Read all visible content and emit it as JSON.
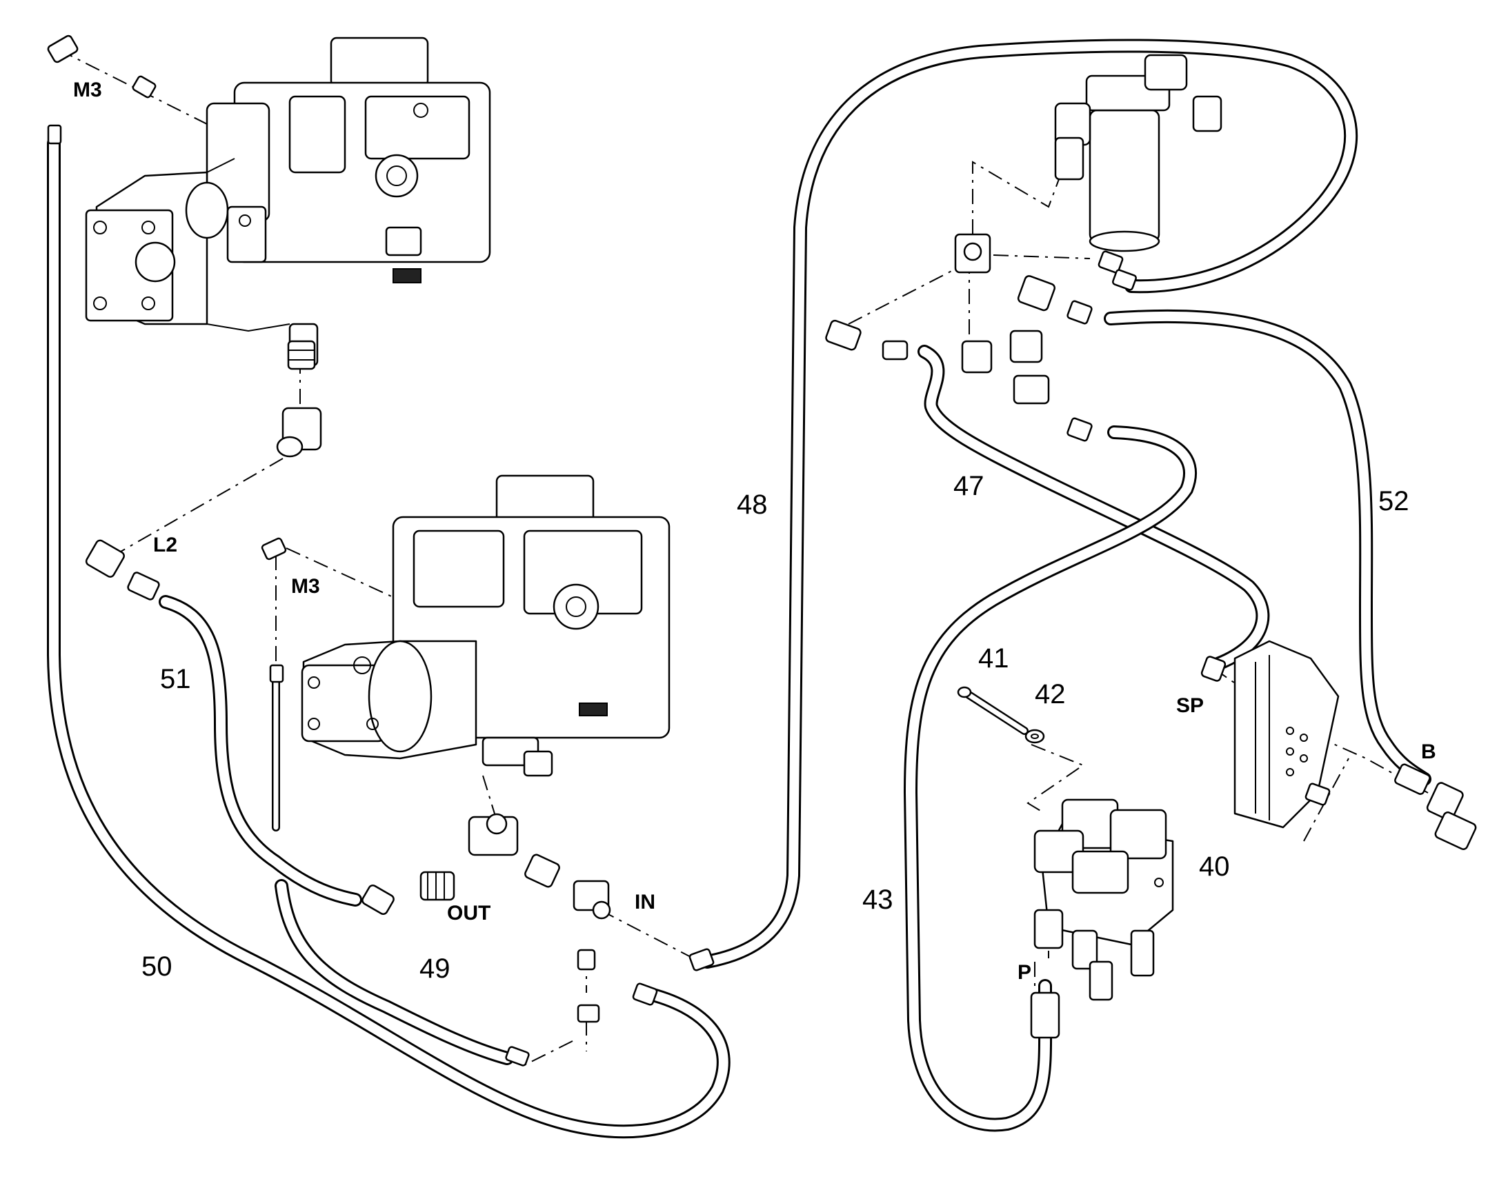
{
  "callouts": {
    "n40": "40",
    "n41": "41",
    "n42": "42",
    "n43": "43",
    "n47": "47",
    "n48": "48",
    "n49": "49",
    "n50": "50",
    "n51": "51",
    "n52": "52"
  },
  "ports": {
    "m3_top": "M3",
    "m3_mid": "M3",
    "l2": "L2",
    "out": "OUT",
    "in": "IN",
    "sp": "SP",
    "b": "B",
    "p": "P"
  }
}
